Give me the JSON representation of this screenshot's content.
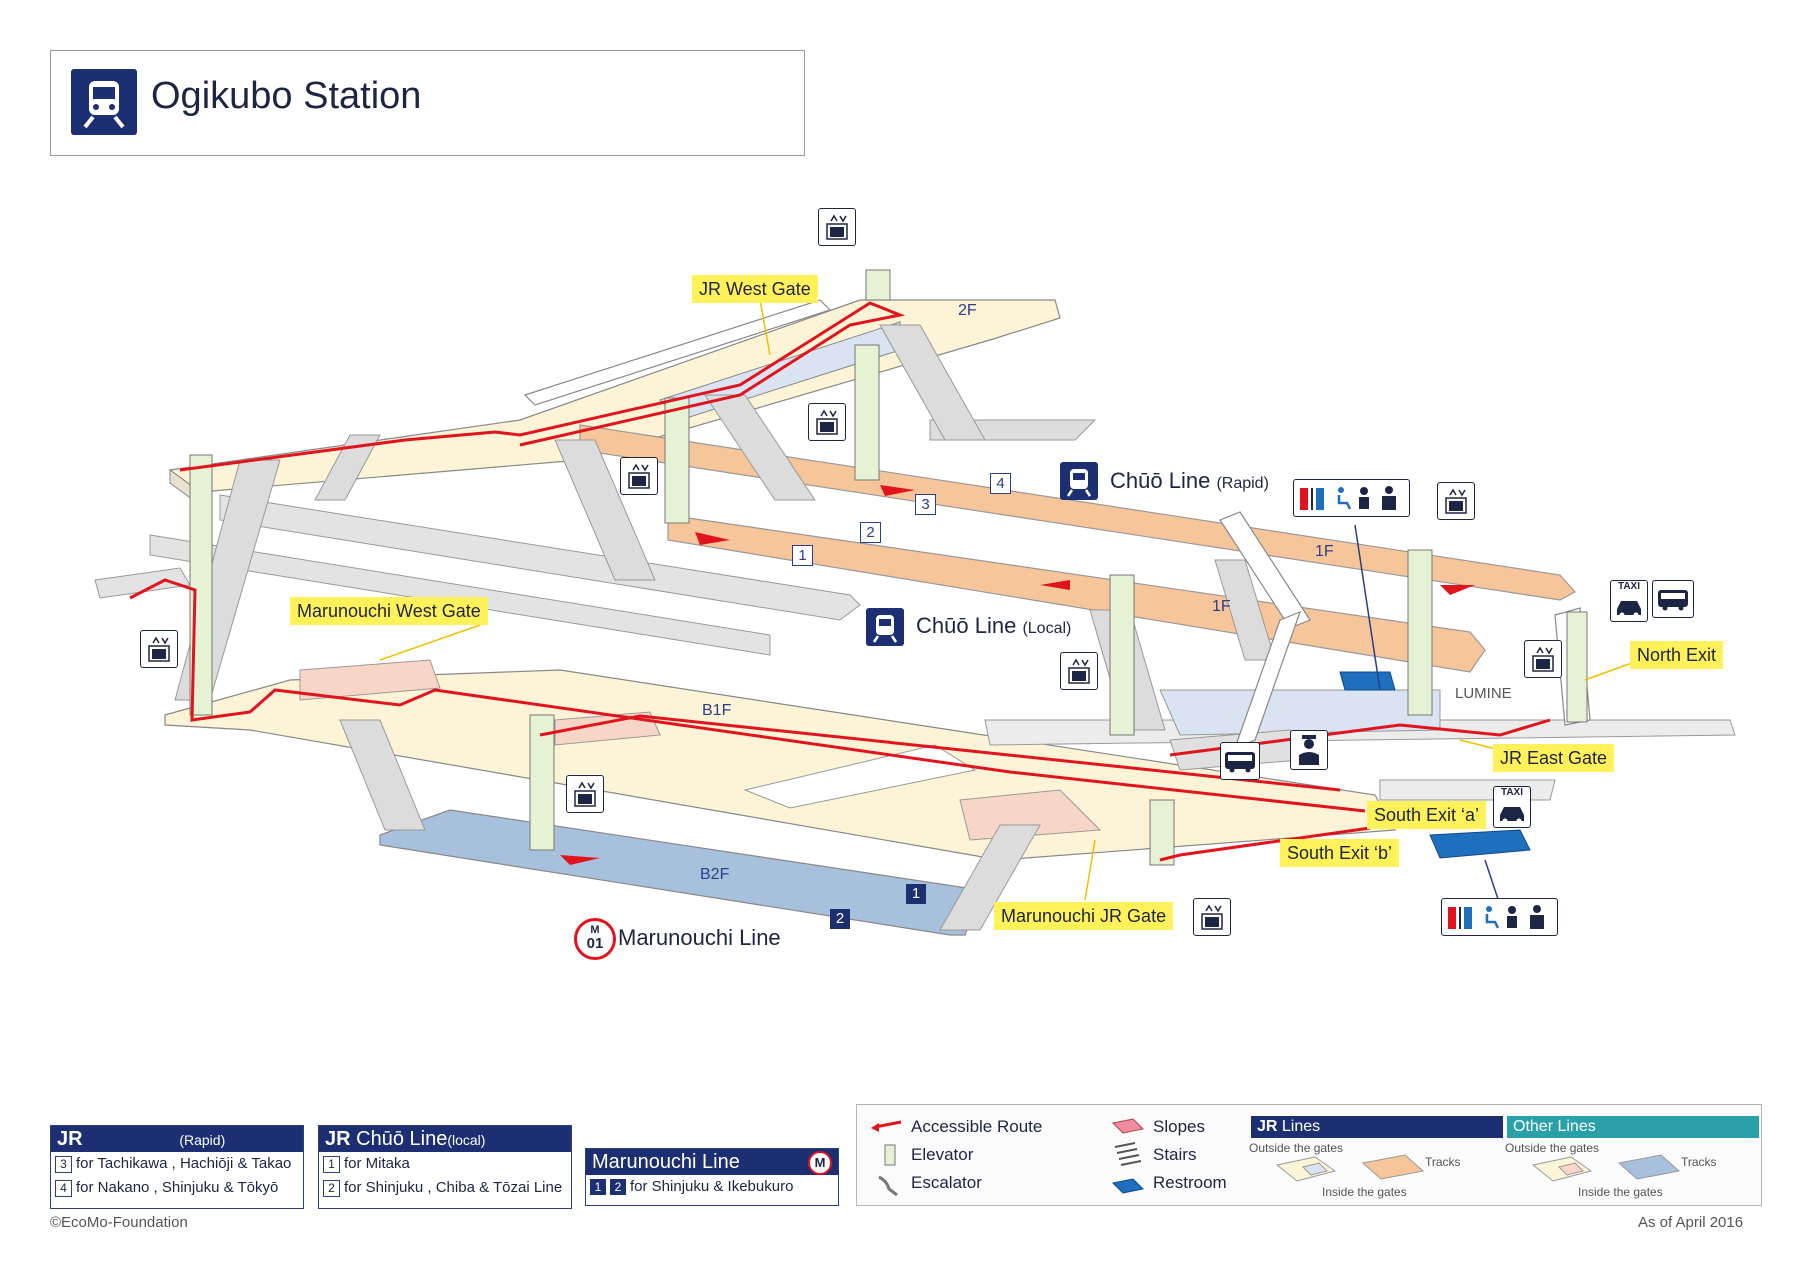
{
  "title": "Ogikubo Station",
  "labels": {
    "jr_west_gate": "JR West Gate",
    "marunouchi_west_gate": "Marunouchi West Gate",
    "north_exit": "North Exit",
    "jr_east_gate": "JR East Gate",
    "south_exit_a": "South Exit ‘a’",
    "south_exit_b": "South Exit ‘b’",
    "marunouchi_jr_gate": "Marunouchi JR Gate",
    "lumine": "LUMINE"
  },
  "floors": {
    "f2": "2F",
    "f1a": "1F",
    "f1b": "1F",
    "b1": "B1F",
    "b2": "B2F"
  },
  "platforms": {
    "p1": "1",
    "p2": "2",
    "p3": "3",
    "p4": "4",
    "m1": "1",
    "m2": "2"
  },
  "lines": {
    "rapid": {
      "name": "Chūō Line",
      "note": "(Rapid)"
    },
    "local": {
      "name": "Chūō Line",
      "note": "(Local)"
    },
    "marunouchi": {
      "name": "Marunouchi Line",
      "code_letter": "M",
      "code_number": "01"
    }
  },
  "taxi": "TAXI",
  "legend": {
    "rapid": {
      "brand": "JR",
      "name": "Chūō Line",
      "note": "(Rapid)",
      "rows": [
        {
          "num": "3",
          "text": "for Tachikawa , Hachiōji & Takao"
        },
        {
          "num": "4",
          "text": "for Nakano , Shinjuku & Tōkyō"
        }
      ]
    },
    "local": {
      "brand": "JR",
      "name": "Chūō Line",
      "note": "(local)",
      "rows": [
        {
          "num": "1",
          "text": "for Mitaka"
        },
        {
          "num": "2",
          "text": "for Shinjuku , Chiba & Tōzai Line"
        }
      ]
    },
    "marunouchi": {
      "name": "Marunouchi Line",
      "badge": "M",
      "rows": [
        {
          "nums": [
            "1",
            "2"
          ],
          "text": "for Shinjuku & Ikebukuro"
        }
      ]
    }
  },
  "key": {
    "accessible_route": "Accessible Route",
    "elevator": "Elevator",
    "escalator": "Escalator",
    "slopes": "Slopes",
    "stairs": "Stairs",
    "restroom": "Restroom",
    "jr_lines": {
      "brand": "JR",
      "title": "Lines",
      "outside": "Outside the gates",
      "tracks": "Tracks",
      "inside": "Inside the gates"
    },
    "other_lines": {
      "title": "Other Lines",
      "outside": "Outside the gates",
      "tracks": "Tracks",
      "inside": "Inside the gates"
    }
  },
  "footer": {
    "copyright": "©EcoMo-Foundation",
    "date": "As of April 2016"
  },
  "colors": {
    "navy": "#1d2f73",
    "yellow_label": "#fff15a",
    "route_red": "#e1141e",
    "jr_track": "#f6c59a",
    "other_track": "#a7c0dc",
    "outside_gate": "#fdf3d6",
    "inside_gate": "#d9e3f1",
    "restroom": "#1f6fbf",
    "other_lines_teal": "#2aa0a8"
  }
}
